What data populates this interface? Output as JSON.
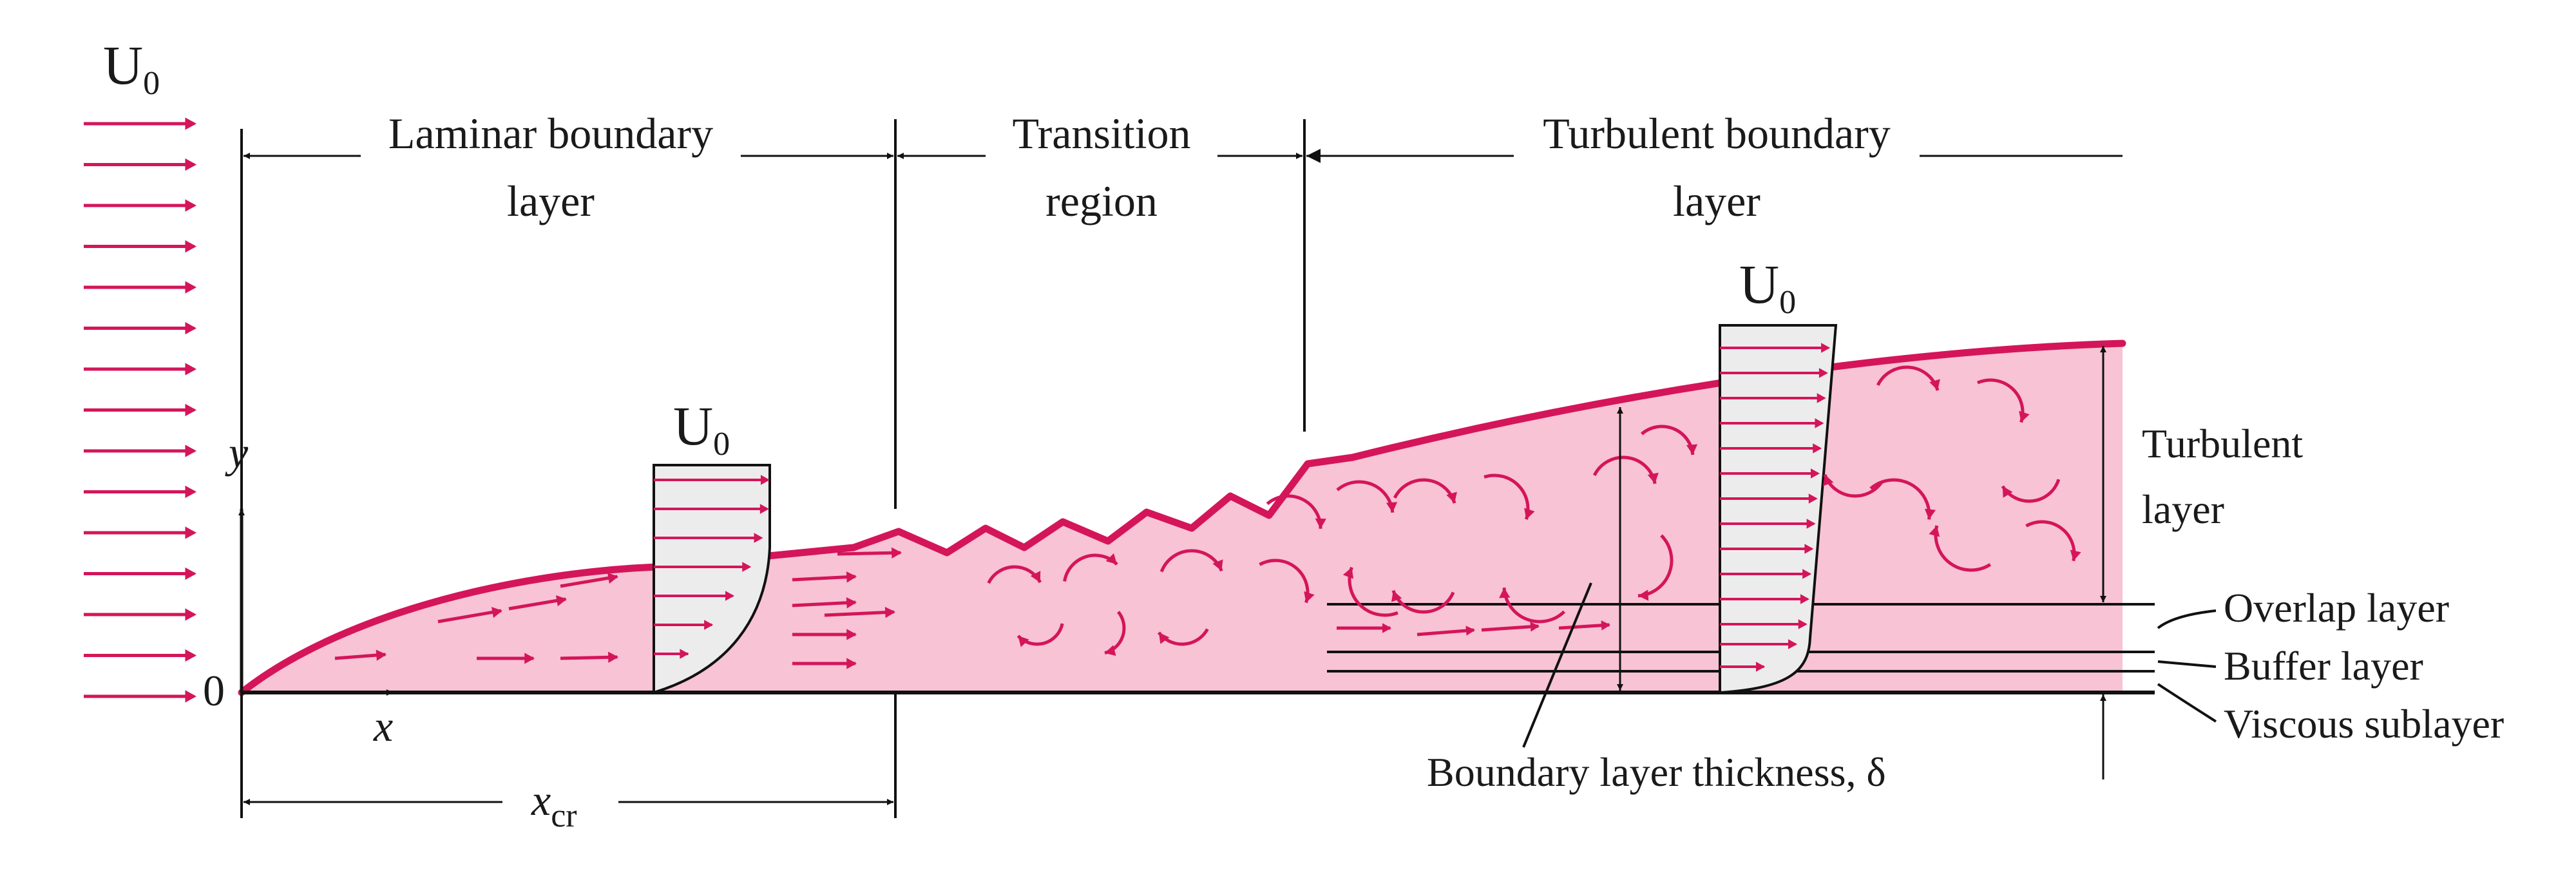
{
  "freestream": {
    "symbol": "U",
    "subscript": "0"
  },
  "regions": {
    "laminar": {
      "line1": "Laminar boundary",
      "line2": "layer"
    },
    "transition": {
      "line1": "Transition",
      "line2": "region"
    },
    "turbulent": {
      "line1": "Turbulent boundary",
      "line2": "layer"
    }
  },
  "axes": {
    "origin": "0",
    "x": "x",
    "y": "y"
  },
  "critical_length": {
    "symbol": "x",
    "subscript": "cr"
  },
  "profiles": {
    "laminar_profile": {
      "symbol": "U",
      "subscript": "0"
    },
    "turbulent_profile": {
      "symbol": "U",
      "subscript": "0"
    }
  },
  "sublayers": {
    "turbulent_layer": {
      "line1": "Turbulent",
      "line2": "layer"
    },
    "overlap": "Overlap layer",
    "buffer": "Buffer layer",
    "viscous": "Viscous sublayer"
  },
  "thickness_label": "Boundary layer thickness, δ",
  "colors": {
    "fluid": "#f8c3d4",
    "flow_arrows": "#d4155a",
    "outline": "#111111"
  }
}
